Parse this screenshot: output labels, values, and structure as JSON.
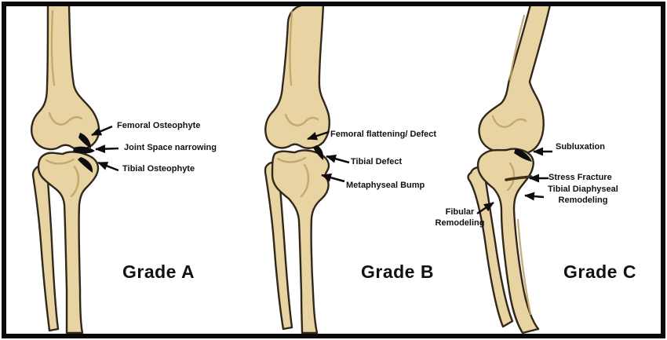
{
  "figure": {
    "panels": [
      {
        "grade_label": "Grade A",
        "annotations": [
          {
            "text": "Femoral Osteophyte"
          },
          {
            "text": "Joint Space narrowing"
          },
          {
            "text": "Tibial Osteophyte"
          }
        ]
      },
      {
        "grade_label": "Grade B",
        "annotations": [
          {
            "text": "Femoral flattening/ Defect"
          },
          {
            "text": "Tibial Defect"
          },
          {
            "text": "Metaphyseal Bump"
          }
        ]
      },
      {
        "grade_label": "Grade C",
        "annotations": [
          {
            "text": "Subluxation"
          },
          {
            "text": "Stress Fracture"
          },
          {
            "text": "Tibial Diaphyseal Remodeling"
          },
          {
            "text": "Fibular Remodeling"
          }
        ]
      }
    ],
    "colors": {
      "bone_fill": "#e7d4a2",
      "bone_shadow": "#bfa065",
      "bone_outline": "#31271a",
      "frame": "#0a0a0a",
      "background": "#ffffff",
      "text": "#111111"
    }
  }
}
